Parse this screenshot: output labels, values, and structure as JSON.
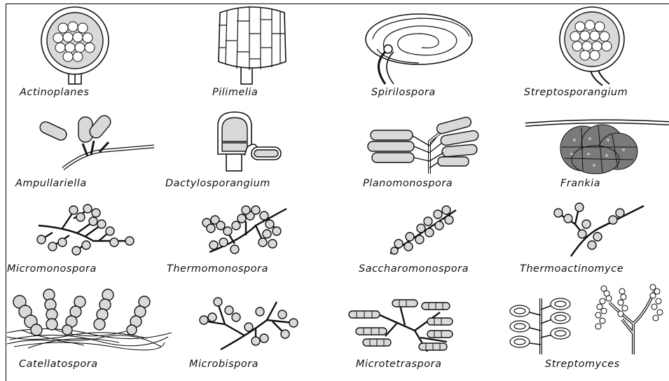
{
  "plate": {
    "organisms": [
      {
        "name": "Actinoplanes",
        "icon": "spherical-sporangium-icon"
      },
      {
        "name": "Pilimelia",
        "icon": "cylindrical-sporangium-icon"
      },
      {
        "name": "Spirilospora",
        "icon": "coiled-sporangium-icon"
      },
      {
        "name": "Streptosporangium",
        "icon": "spherical-sporangium-curved-stalk-icon"
      },
      {
        "name": "Ampullariella",
        "icon": "flask-sporangia-icon"
      },
      {
        "name": "Dactylosporangium",
        "icon": "club-sporangia-icon"
      },
      {
        "name": "Planomonospora",
        "icon": "fern-sporangia-icon"
      },
      {
        "name": "Frankia",
        "icon": "multilocular-sporangium-icon"
      },
      {
        "name": "Micromonospora",
        "icon": "single-spores-branched-icon"
      },
      {
        "name": "Thermomonospora",
        "icon": "clustered-spores-icon"
      },
      {
        "name": "Saccharomonospora",
        "icon": "alternate-spores-icon"
      },
      {
        "name": "Thermoactinomyce",
        "icon": "sparse-spores-icon"
      },
      {
        "name": "Catellatospora",
        "icon": "spore-chains-icon"
      },
      {
        "name": "Microbispora",
        "icon": "paired-spores-icon"
      },
      {
        "name": "Microtetraspora",
        "icon": "short-chains-icon"
      },
      {
        "name": "Streptomyces",
        "icon": "spiral-chains-icon"
      }
    ]
  }
}
